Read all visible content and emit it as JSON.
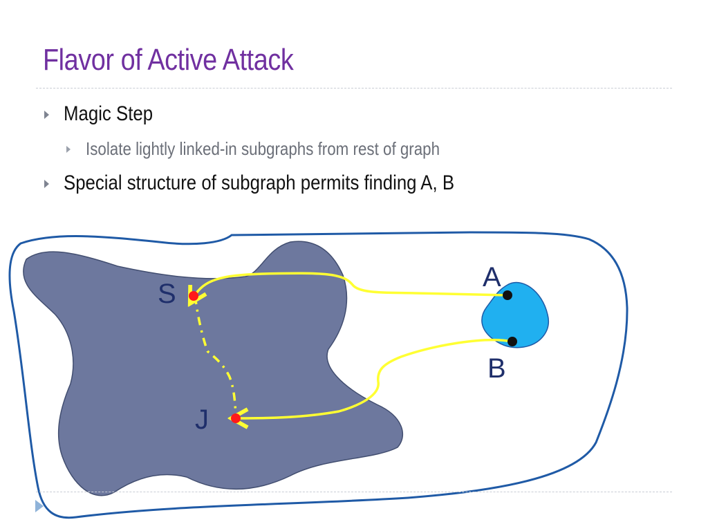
{
  "slide": {
    "title": "Flavor of Active Attack",
    "bullets": [
      {
        "text": "Magic Step",
        "level": 1
      },
      {
        "text": "Isolate lightly linked-in subgraphs from rest of graph",
        "level": 2
      },
      {
        "text": "Special structure of subgraph permits finding A, B",
        "level": 1
      }
    ]
  },
  "diagram": {
    "labels": {
      "s": "S",
      "j": "J",
      "a": "A",
      "b": "B"
    },
    "colors": {
      "outline": "#1f5aa6",
      "big_region": "#6d789e",
      "small_region": "#20b0f0",
      "path": "#ffff33",
      "red_node": "#ff1a1a",
      "black_node": "#111111",
      "title": "#7030A0"
    }
  }
}
